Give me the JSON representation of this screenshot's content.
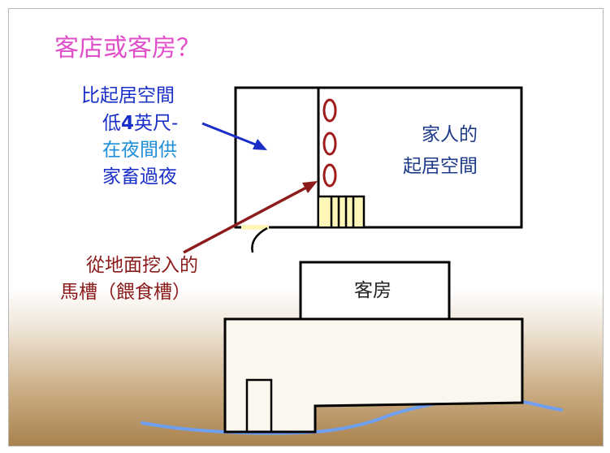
{
  "title": "客店或客房？",
  "labels": {
    "lower_line1": "比起居空間",
    "lower_line2_prefix": "低",
    "lower_line2_number": "4",
    "lower_line2_suffix": "英尺-",
    "night_line1": "在夜間供",
    "night_line2": "家畜過夜",
    "family_line1": "家人的",
    "family_line2": "起居空間",
    "manger_line1": "從地面挖入的",
    "manger_line2": "馬槽（餵食槽）",
    "guest_room": "客房"
  },
  "colors": {
    "title": "#e04fc9",
    "blue_text": "#1a2fc8",
    "cyan_text": "#1e8fd8",
    "red_text": "#8c1b1b",
    "manger_ovals": "#a01c1c",
    "water": "#6f9ff0"
  }
}
